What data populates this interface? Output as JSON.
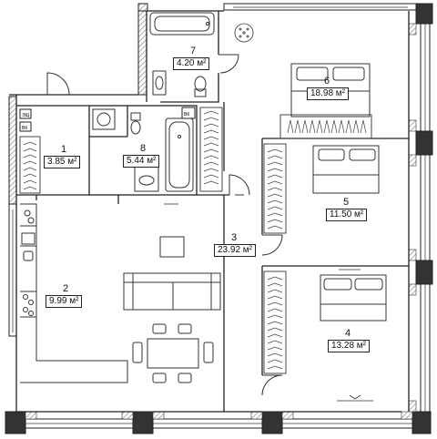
{
  "rooms": [
    {
      "number": "1",
      "area": "3.85 м²"
    },
    {
      "number": "2",
      "area": "9.99 м²"
    },
    {
      "number": "3",
      "area": "23.92 м²"
    },
    {
      "number": "4",
      "area": "13.28 м²"
    },
    {
      "number": "5",
      "area": "11.50 м²"
    },
    {
      "number": "6",
      "area": "18.98 м²"
    },
    {
      "number": "7",
      "area": "4.20 м²"
    },
    {
      "number": "8",
      "area": "5.44 м²"
    }
  ],
  "meter_labels": [
    "ЭЩ",
    "ВК",
    "ВК"
  ],
  "colors": {
    "wall": "#2b2b2b",
    "hatch": "#e0e0e0",
    "line": "#333333",
    "window": "#ffffff"
  }
}
